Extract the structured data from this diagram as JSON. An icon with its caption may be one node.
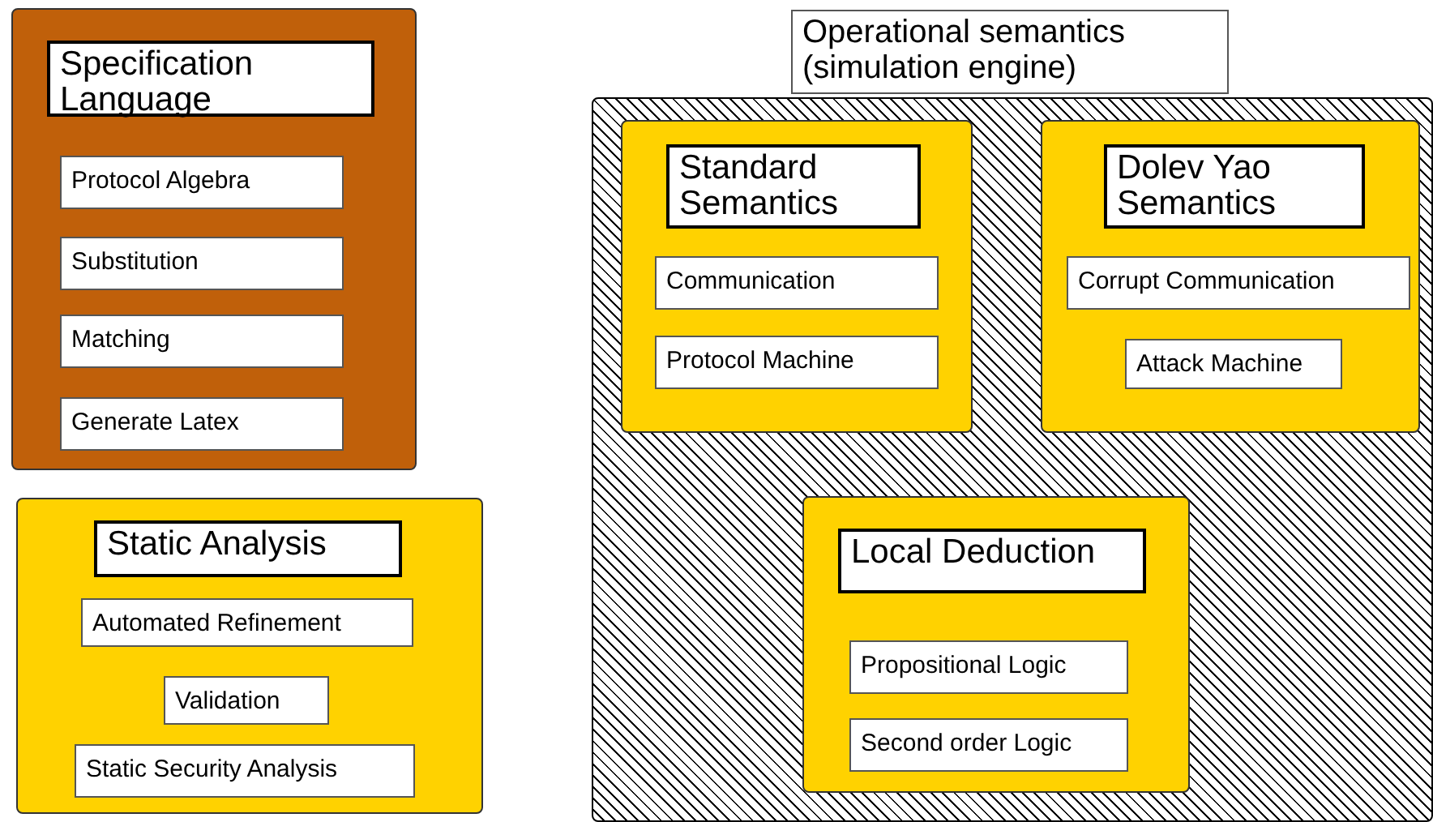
{
  "diagram": {
    "nodes": [
      {
        "text": [
          "Specification Language"
        ]
      },
      {
        "text": [
          "Protocol Algebra"
        ],
        "in": 0
      },
      {
        "text": [
          "Substitution"
        ],
        "in": 0
      },
      {
        "text": [
          "Matching"
        ],
        "in": 0
      },
      {
        "text": [
          "Generate Latex"
        ],
        "in": 0
      },
      {
        "text": [
          "Static Analysis"
        ]
      },
      {
        "text": [
          "Automated Refinement"
        ],
        "in": 5
      },
      {
        "text": [
          "Validation"
        ],
        "in": 5
      },
      {
        "text": [
          "Static Security Analysis"
        ],
        "in": 5
      },
      {
        "text": [
          "Operational semantics (simulation engine)"
        ]
      },
      {
        "text": [
          "Standard Semantics"
        ],
        "in": 9
      },
      {
        "text": [
          "Communication"
        ],
        "in": 10
      },
      {
        "text": [
          "Protocol Machine"
        ],
        "in": 10
      },
      {
        "text": [
          "Dolev Yao Semantics"
        ],
        "in": 9
      },
      {
        "text": [
          "Corrupt Communication"
        ],
        "in": 13
      },
      {
        "text": [
          "Attack Machine"
        ],
        "in": 13
      },
      {
        "text": [
          "Local Deduction"
        ],
        "in": 9
      },
      {
        "text": [
          "Propositional Logic"
        ],
        "in": 16
      },
      {
        "text": [
          "Second order Logic"
        ],
        "in": 16
      }
    ]
  }
}
